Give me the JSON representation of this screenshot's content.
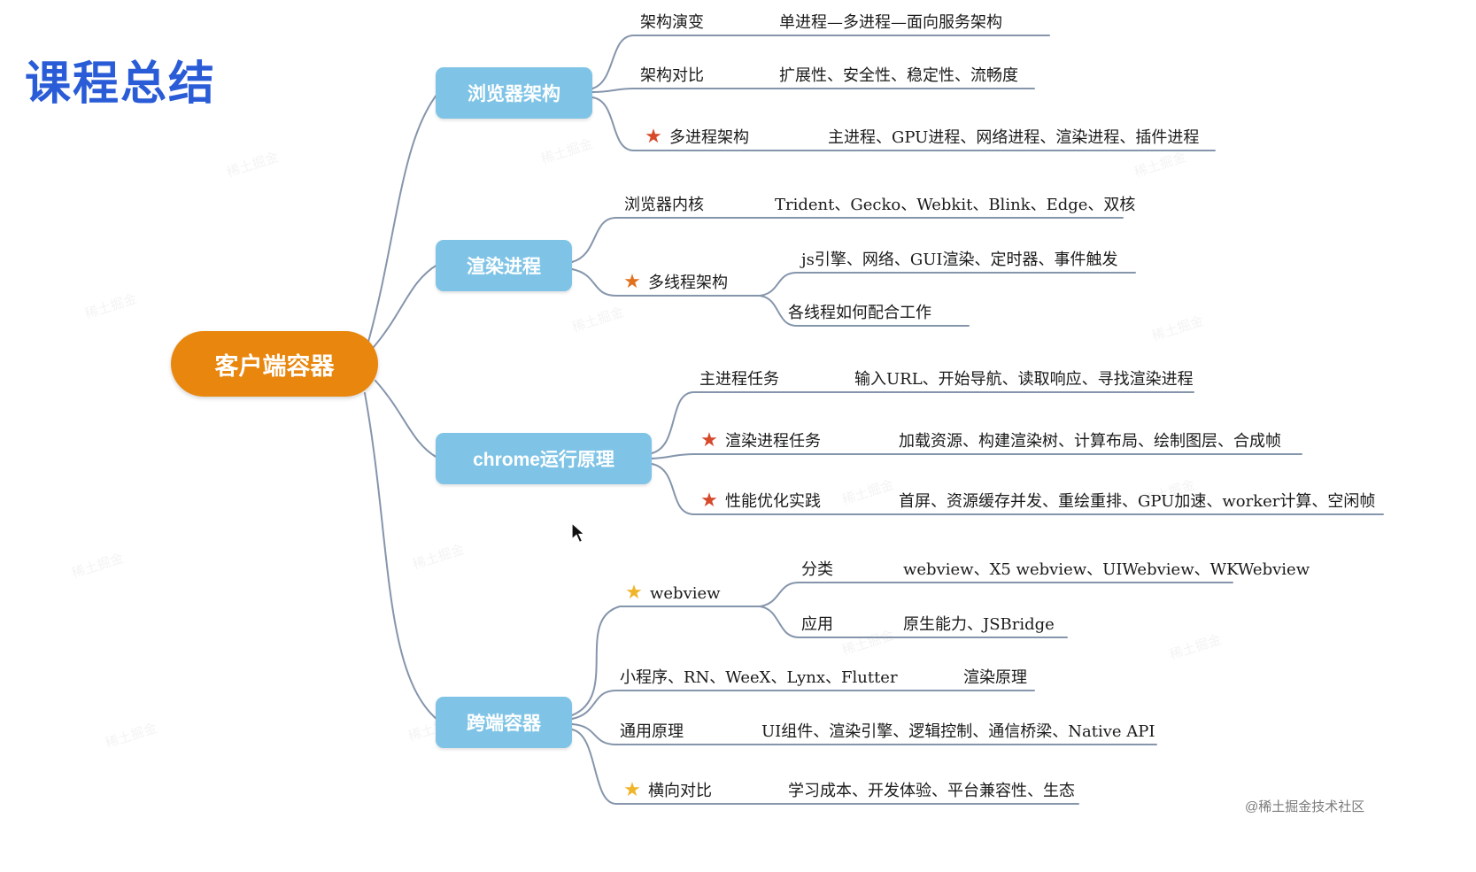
{
  "page": {
    "title": "课程总结",
    "credit": "@稀土掘金技术社区",
    "watermark": "稀土掘金"
  },
  "icons": {
    "star": "★"
  },
  "colors": {
    "title": "#2a5cd7",
    "root_node": "#e8860d",
    "branch_node": "#7fc4e6",
    "connector": "#8595ab",
    "star_red": "#d6492a",
    "star_orange": "#e2711d",
    "star_yellow": "#f0b429"
  },
  "root": {
    "label": "客户端容器"
  },
  "branches": [
    {
      "label": "浏览器架构",
      "children": [
        {
          "label": "架构演变",
          "value": "单进程—多进程—面向服务架构"
        },
        {
          "label": "架构对比",
          "value": "扩展性、安全性、稳定性、流畅度"
        },
        {
          "label": "多进程架构",
          "star": "red",
          "value": "主进程、GPU进程、网络进程、渲染进程、插件进程"
        }
      ]
    },
    {
      "label": "渲染进程",
      "children": [
        {
          "label": "浏览器内核",
          "value": "Trident、Gecko、Webkit、Blink、Edge、双核"
        },
        {
          "label": "多线程架构",
          "star": "orange",
          "children": [
            {
              "value": "js引擎、网络、GUI渲染、定时器、事件触发"
            },
            {
              "value": "各线程如何配合工作"
            }
          ]
        }
      ]
    },
    {
      "label": "chrome运行原理",
      "children": [
        {
          "label": "主进程任务",
          "value": "输入URL、开始导航、读取响应、寻找渲染进程"
        },
        {
          "label": "渲染进程任务",
          "star": "red",
          "value": "加载资源、构建渲染树、计算布局、绘制图层、合成帧"
        },
        {
          "label": "性能优化实践",
          "star": "red",
          "value": "首屏、资源缓存并发、重绘重排、GPU加速、worker计算、空闲帧"
        }
      ]
    },
    {
      "label": "跨端容器",
      "children": [
        {
          "label": "webview",
          "star": "yellow",
          "children": [
            {
              "label": "分类",
              "value": "webview、X5 webview、UIWebview、WKWebview"
            },
            {
              "label": "应用",
              "value": "原生能力、JSBridge"
            }
          ]
        },
        {
          "label": "小程序、RN、WeeX、Lynx、Flutter",
          "value": "渲染原理"
        },
        {
          "label": "通用原理",
          "value": "UI组件、渲染引擎、逻辑控制、通信桥梁、Native API"
        },
        {
          "label": "横向对比",
          "star": "yellow",
          "value": "学习成本、开发体验、平台兼容性、生态"
        }
      ]
    }
  ]
}
